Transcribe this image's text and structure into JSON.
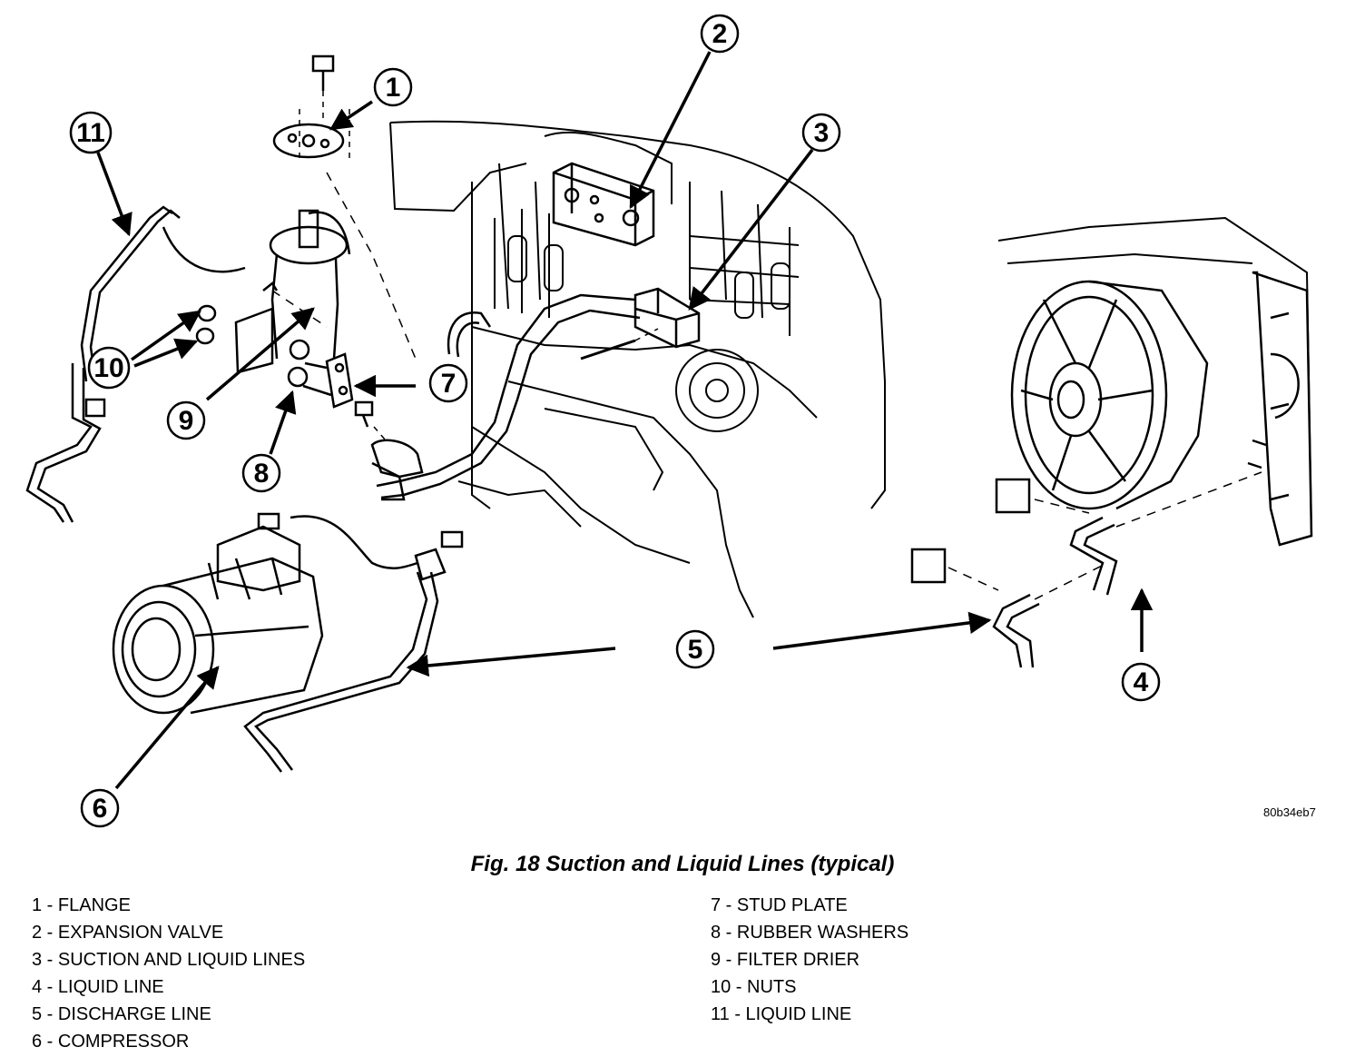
{
  "callouts": {
    "c1": "1",
    "c2": "2",
    "c3": "3",
    "c4": "4",
    "c5": "5",
    "c6": "6",
    "c7": "7",
    "c8": "8",
    "c9": "9",
    "c10": "10",
    "c11": "11"
  },
  "figure_code": "80b34eb7",
  "caption": "Fig. 18 Suction and Liquid Lines (typical)",
  "legend": {
    "left": [
      "1 - FLANGE",
      "2 - EXPANSION VALVE",
      "3 - SUCTION AND LIQUID LINES",
      "4 - LIQUID LINE",
      "5 - DISCHARGE LINE",
      "6 - COMPRESSOR"
    ],
    "right": [
      "7 - STUD PLATE",
      "8 - RUBBER WASHERS",
      "9 - FILTER DRIER",
      "10 - NUTS",
      "11 - LIQUID LINE"
    ]
  }
}
